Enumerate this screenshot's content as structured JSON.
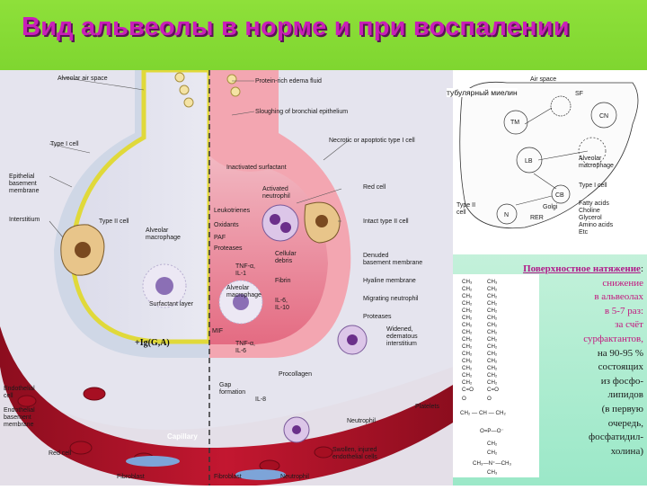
{
  "title": "Вид альвеолы в норме и при воспалении",
  "left_figure": {
    "labels": {
      "alveolar_air_space": "Alveolar air space",
      "protein_rich_fluid": "Protein-rich edema fluid",
      "sloughing": "Sloughing of bronchial epithelium",
      "type1_cell": "Type I cell",
      "necrotic": "Necrotic or apoptotic type I cell",
      "epithelial_bm_1": "Epithelial",
      "epithelial_bm_2": "basement",
      "epithelial_bm_3": "membrane",
      "inactivated_surf": "Inactivated surfactant",
      "activated_neut_1": "Activated",
      "activated_neut_2": "neutrophil",
      "red_cell_r": "Red cell",
      "interstitium": "Interstitium",
      "type2_cell": "Type II cell",
      "leukotrienes": "Leukotrienes",
      "oxidants": "Oxidants",
      "paf": "PAF",
      "proteases": "Proteases",
      "intact_type2": "Intact type II cell",
      "alv_macro_1": "Alveolar",
      "alv_macro_2": "macrophage",
      "tnf_il1_1": "TNF-α,",
      "tnf_il1_2": "IL-1",
      "cell_debris_1": "Cellular",
      "cell_debris_2": "debris",
      "denuded_1": "Denuded",
      "denuded_2": "basement membrane",
      "alv_macro2_1": "Alveolar",
      "alv_macro2_2": "macrophage",
      "fibrin": "Fibrin",
      "hyaline": "Hyaline membrane",
      "il6_il10_1": "IL-6,",
      "il6_il10_2": "IL-10",
      "migrating": "Migrating neutrophil",
      "proteases2": "Proteases",
      "surfactant_layer": "Surfactant layer",
      "mif": "MIF",
      "tnf_il6_1": "TNF-α,",
      "tnf_il6_2": "IL-6",
      "widened_1": "Widened,",
      "widened_2": "edematous",
      "widened_3": "interstitium",
      "endothelial_1": "Endothelial",
      "endothelial_2": "cell",
      "procollagen": "Procollagen",
      "gap_1": "Gap",
      "gap_2": "formation",
      "il8": "IL-8",
      "endo_bm_1": "Endothelial",
      "endo_bm_2": "basement",
      "endo_bm_3": "membrane",
      "platelets": "Platelets",
      "neutrophil": "Neutrophil",
      "capillary": "Capillary",
      "red_cell_l": "Red cell",
      "swollen_1": "Swollen, injured",
      "swollen_2": "endothelial cells",
      "fibroblast_l": "Fibroblast",
      "fibroblast_r": "Fibroblast",
      "neutrophil_b": "Neutrophil"
    },
    "ig_label": "+Ig(G,A)"
  },
  "top_right": {
    "tubular_myelin": "тубулярный миелин",
    "air_space": "Air space",
    "sf": "SF",
    "tm": "TM",
    "cn": "CN",
    "lb": "LB",
    "alv_macro_1": "Alveolar",
    "alv_macro_2": "macrophage",
    "cb": "CB",
    "type1": "Type I cell",
    "type2_1": "Type II",
    "type2_2": "cell",
    "golgi": "Golgi",
    "rer": "RER",
    "n": "N",
    "nutrients": [
      "Fatty acids",
      "Choline",
      "Glycerol",
      "Amino acids",
      "Etc"
    ]
  },
  "surfactant": {
    "heading": "Поверхностное натяжение",
    "heading_colon": ":",
    "lines": [
      "снижение",
      "в альвеолах",
      "в 5-7 раз:",
      "за счёт",
      "сурфактантов,",
      "на 90-95 %",
      "состоящих",
      "из фосфо-",
      "липидов",
      "(в первую",
      "очередь,",
      "фосфатидил-",
      "холина)"
    ]
  },
  "formula": {
    "left_chain": [
      "CH₃",
      "CH₂",
      "CH₂",
      "CH₂",
      "CH₂",
      "CH₂",
      "CH₂",
      "CH₂",
      "CH₂",
      "CH₂",
      "CH₂",
      "CH₂",
      "CH₂",
      "CH₂",
      "CH₂",
      "C=O",
      "O"
    ],
    "right_chain": [
      "CH₃",
      "CH₂",
      "CH₂",
      "CH₂",
      "CH₂",
      "CH₂",
      "CH₂",
      "CH₂",
      "CH₂",
      "CH₂",
      "CH₂",
      "CH₂",
      "CH₂",
      "CH₂",
      "CH₂",
      "C=O",
      "O"
    ],
    "backbone": "CH₂ — CH — CH₂",
    "phosphate": "O=P—O⁻",
    "head1": "CH₂",
    "head2": "CH₂",
    "amine": "CH₃—N⁺—CH₃",
    "amine2": "CH₃"
  },
  "colors": {
    "title_bar": "#8ee03a",
    "title_text": "#c91fb8",
    "capillary": "#b3142a",
    "edema": "#e87a8a",
    "heading": "#b01a8a"
  }
}
